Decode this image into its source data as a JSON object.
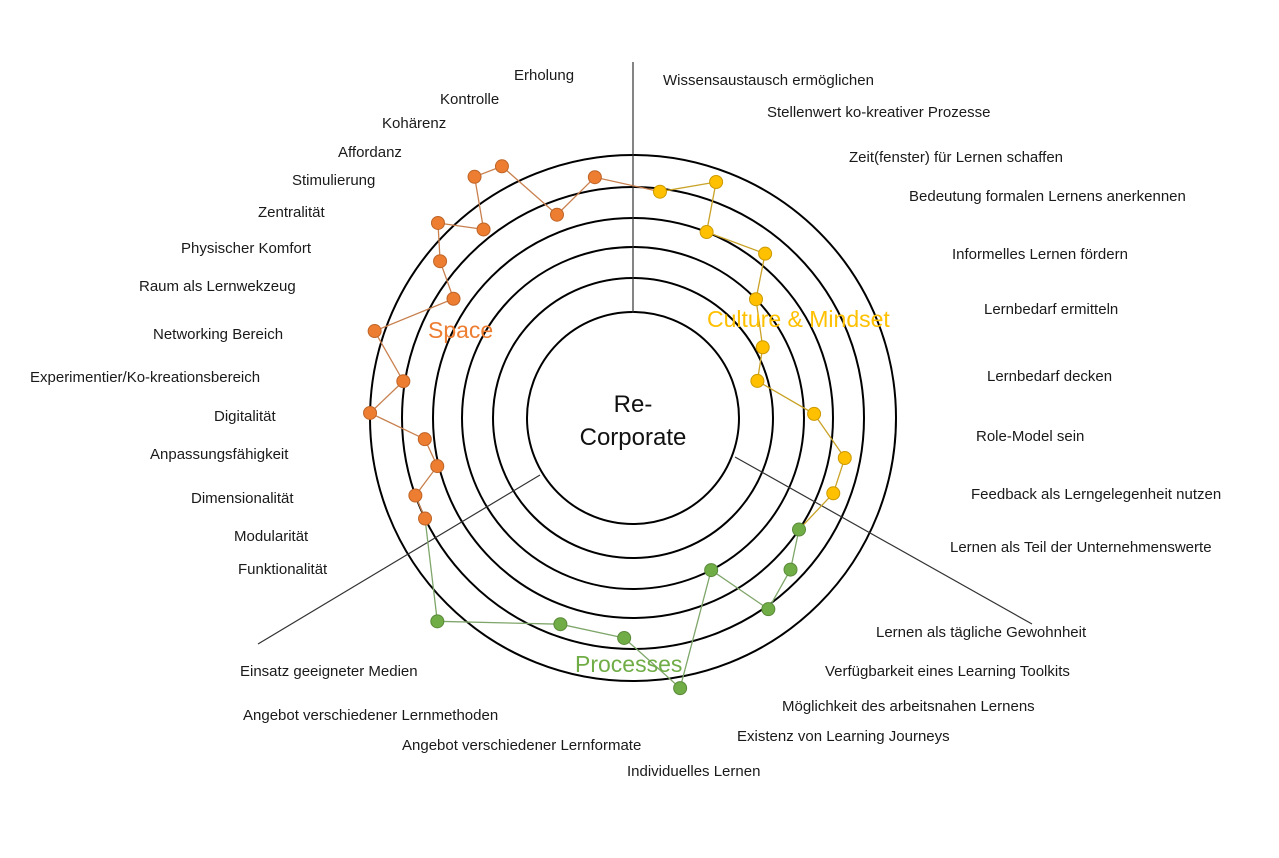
{
  "center_label": {
    "line1": "Re-",
    "line2": "Corporate"
  },
  "colors": {
    "space": "#ED7D31",
    "space_line": "#C8804E",
    "culture": "#FFC000",
    "culture_line": "#C9A227",
    "processes": "#70AD47",
    "processes_line": "#7FA66A",
    "ring": "#000000",
    "text": "#1a1a1a"
  },
  "chart_data": {
    "type": "radial-scatter",
    "title": "Re-Corporate",
    "value_scale": {
      "min": 0,
      "max": 6,
      "rings": [
        0,
        1,
        2,
        3,
        4,
        5
      ]
    },
    "series": [
      {
        "name": "Space",
        "label": "Space",
        "color": "#ED7D31",
        "points": [
          {
            "criterion": "Erholung",
            "theta_deg": 99,
            "value": 4.4
          },
          {
            "criterion": "Kontrolle",
            "theta_deg": 110.5,
            "value": 3.55
          },
          {
            "criterion": "Kohärenz",
            "theta_deg": 117.5,
            "value": 5.65
          },
          {
            "criterion": "Affordanz",
            "theta_deg": 123.3,
            "value": 5.8
          },
          {
            "criterion": "Stimulierung",
            "theta_deg": 128.4,
            "value": 4.3
          },
          {
            "criterion": "Zentralität",
            "theta_deg": 135,
            "value": 5.4
          },
          {
            "criterion": "Physischer Komfort",
            "theta_deg": 140.9,
            "value": 4.55
          },
          {
            "criterion": "Raum als Lernwekzeug",
            "theta_deg": 146.4,
            "value": 3.5
          },
          {
            "criterion": "Networking Bereich",
            "theta_deg": 161.4,
            "value": 5.3
          },
          {
            "criterion": "Experimentier/Ko-kreationsbereich",
            "theta_deg": 170.9,
            "value": 4.05
          },
          {
            "criterion": "Digitalität",
            "theta_deg": 178.9,
            "value": 5.0
          },
          {
            "criterion": "Anpassungsfähigkeit",
            "theta_deg": 185.8,
            "value": 3.3
          },
          {
            "criterion": "Dimensionalität",
            "theta_deg": 193.8,
            "value": 3.05
          },
          {
            "criterion": "Modularität",
            "theta_deg": 199.6,
            "value": 4.0
          },
          {
            "criterion": "Funktionalität",
            "theta_deg": 205.8,
            "value": 4.0
          }
        ]
      },
      {
        "name": "Culture & Mindset",
        "label": "Culture & Mindset",
        "color": "#FFC000",
        "points": [
          {
            "criterion": "Wissensaustausch ermöglichen",
            "theta_deg": 83.2,
            "value": 3.9
          },
          {
            "criterion": "Stellenwert ko-kreativer Prozesse",
            "theta_deg": 70.6,
            "value": 4.6
          },
          {
            "criterion": "Zeit(fenster) für Lernen schaffen",
            "theta_deg": 68.4,
            "value": 3.0
          },
          {
            "criterion": "Bedeutung formalen Lernens anerkennen",
            "theta_deg": 51.2,
            "value": 3.35
          },
          {
            "criterion": "Informelles Lernen fördern",
            "theta_deg": 44.0,
            "value": 2.0
          },
          {
            "criterion": "Lernbedarf ermitteln",
            "theta_deg": 28.6,
            "value": 1.25
          },
          {
            "criterion": "Lernbedarf decken",
            "theta_deg": 16.6,
            "value": 0.7
          },
          {
            "criterion": "Role-Model sein",
            "theta_deg": 1.3,
            "value": 2.35
          },
          {
            "criterion": "Feedback als Lerngelegenheit nutzen",
            "theta_deg": -10.7,
            "value": 3.5
          },
          {
            "criterion": "Lernen als Teil der Unternehmenswerte",
            "theta_deg": -20.6,
            "value": 3.45
          }
        ]
      },
      {
        "name": "Processes",
        "label": "Processes",
        "color": "#70AD47",
        "points": [
          {
            "criterion": "Lernen als tägliche Gewohnheit",
            "theta_deg": -33.9,
            "value": 3.0
          },
          {
            "criterion": "Verfügbarkeit eines Learning Toolkits",
            "theta_deg": -43.9,
            "value": 3.6
          },
          {
            "criterion": "Möglichkeit des arbeitsnahen Lernens",
            "theta_deg": -54.7,
            "value": 4.1
          },
          {
            "criterion": "Existenz von Learning Journeys",
            "theta_deg": -62.8,
            "value": 2.0
          },
          {
            "criterion": "Individuelles Lernen",
            "theta_deg": -80.1,
            "value": 5.35
          },
          {
            "criterion": "Angebot verschiedener Lernformate",
            "theta_deg": -92.3,
            "value": 3.65
          },
          {
            "criterion": "Angebot verschiedener Lernmethoden",
            "theta_deg": -109.4,
            "value": 3.6
          },
          {
            "criterion": "Einsatz geeigneter Medien",
            "theta_deg": -133.9,
            "value": 5.6
          }
        ]
      }
    ]
  }
}
